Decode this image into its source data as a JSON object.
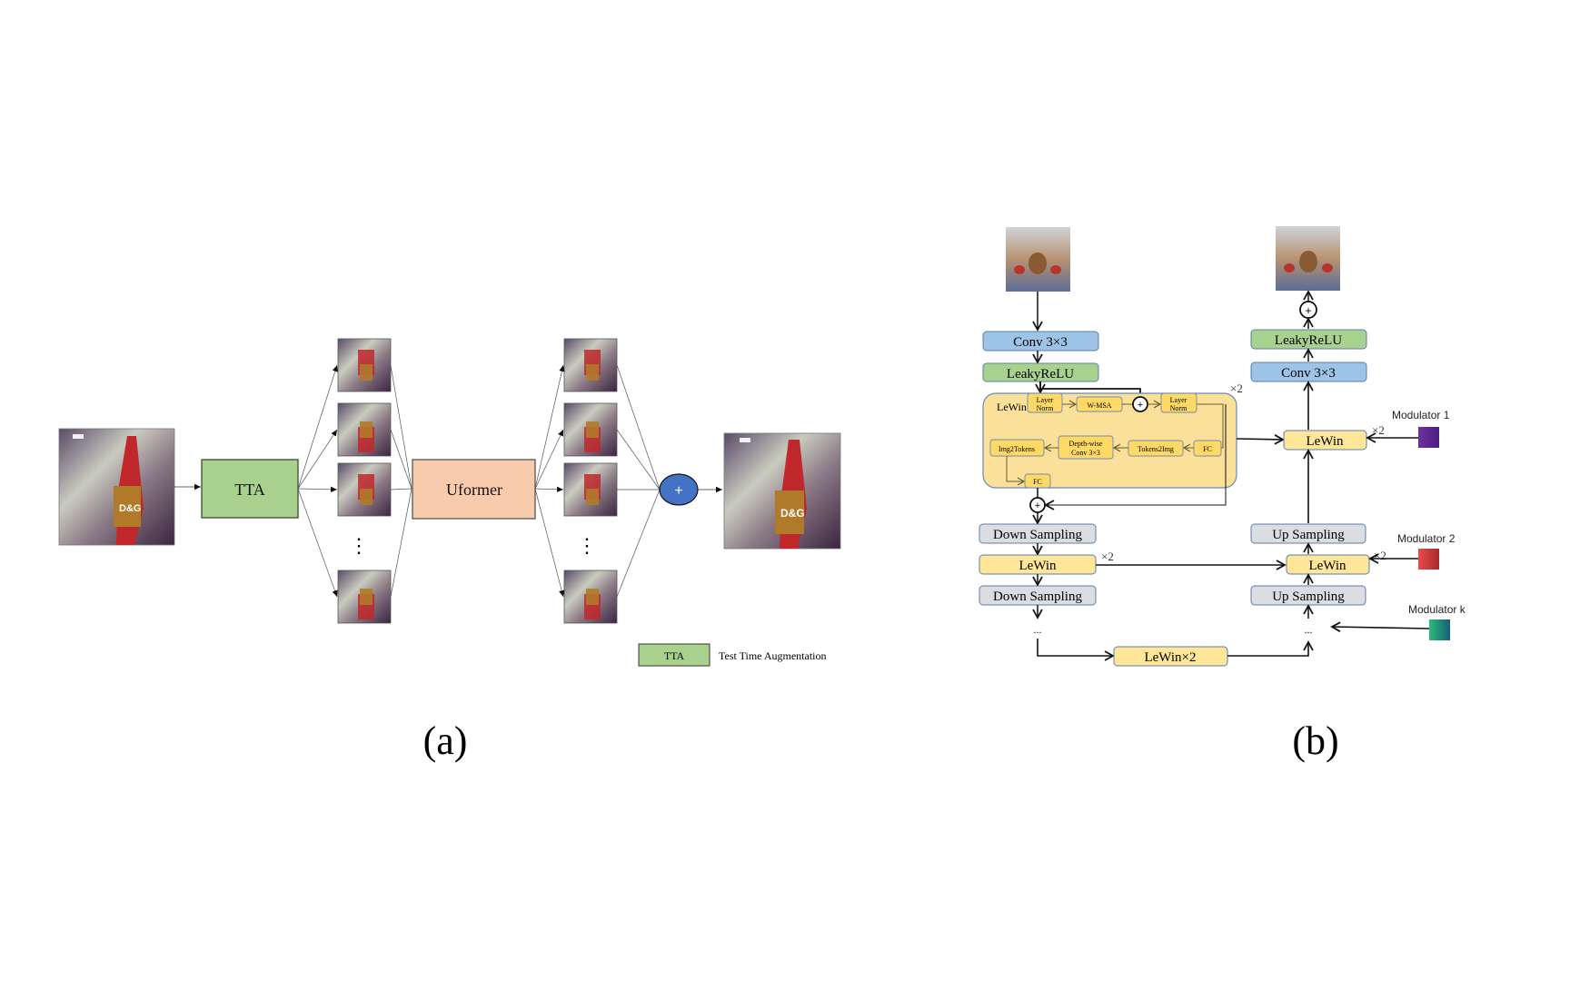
{
  "panel_a": {
    "caption": "(a)",
    "tta_label": "TTA",
    "uformer_label": "Uformer",
    "sum_symbol": "+",
    "ellipsis": "⋮",
    "legend": {
      "box_label": "TTA",
      "text": "Test Time Augmentation"
    },
    "colors": {
      "tta": "#a9d18e",
      "uformer": "#f8cbad",
      "sum": "#4472c4"
    }
  },
  "panel_b": {
    "caption": "(b)",
    "encoder": {
      "conv": "Conv 3×3",
      "relu": "LeakyReLU",
      "down1": "Down Sampling",
      "lewin": "LeWin",
      "down2": "Down Sampling",
      "ellipsis": "...",
      "repeat": "×2"
    },
    "lewin_block": {
      "title": "LeWin",
      "repeat": "×2",
      "layer_norm_1": [
        "Layer",
        "Norm"
      ],
      "wmsa": "W-MSA",
      "layer_norm_2": [
        "Layer",
        "Norm"
      ],
      "fc_right": "FC",
      "tokens2img": "Tokens2Img",
      "dwconv": [
        "Depth-wise",
        "Conv 3×3"
      ],
      "img2tokens": "Img2Tokens",
      "fc_bottom": "FC"
    },
    "bottleneck": "LeWin×2",
    "decoder": {
      "relu": "LeakyReLU",
      "conv": "Conv 3×3",
      "lewin1": "LeWin",
      "up1": "Up Sampling",
      "lewin2": "LeWin",
      "up2": "Up Sampling",
      "ellipsis": "...",
      "repeat": "×2"
    },
    "modulators": [
      {
        "label": "Modulator 1",
        "color_from": "#7030a0",
        "color_to": "#5b2390"
      },
      {
        "label": "Modulator 2",
        "color_from": "#e84c4c",
        "color_to": "#b02a2a"
      },
      {
        "label": "Modulator k",
        "color_from": "#2db87a",
        "color_to": "#1a5f7a"
      }
    ],
    "colors": {
      "blue": "#9dc3e6",
      "green": "#a9d18e",
      "gray": "#dcdde0",
      "yellow": "#ffe699",
      "lewin_bg": "#fbe09a",
      "border": "#5a7ea8"
    }
  }
}
